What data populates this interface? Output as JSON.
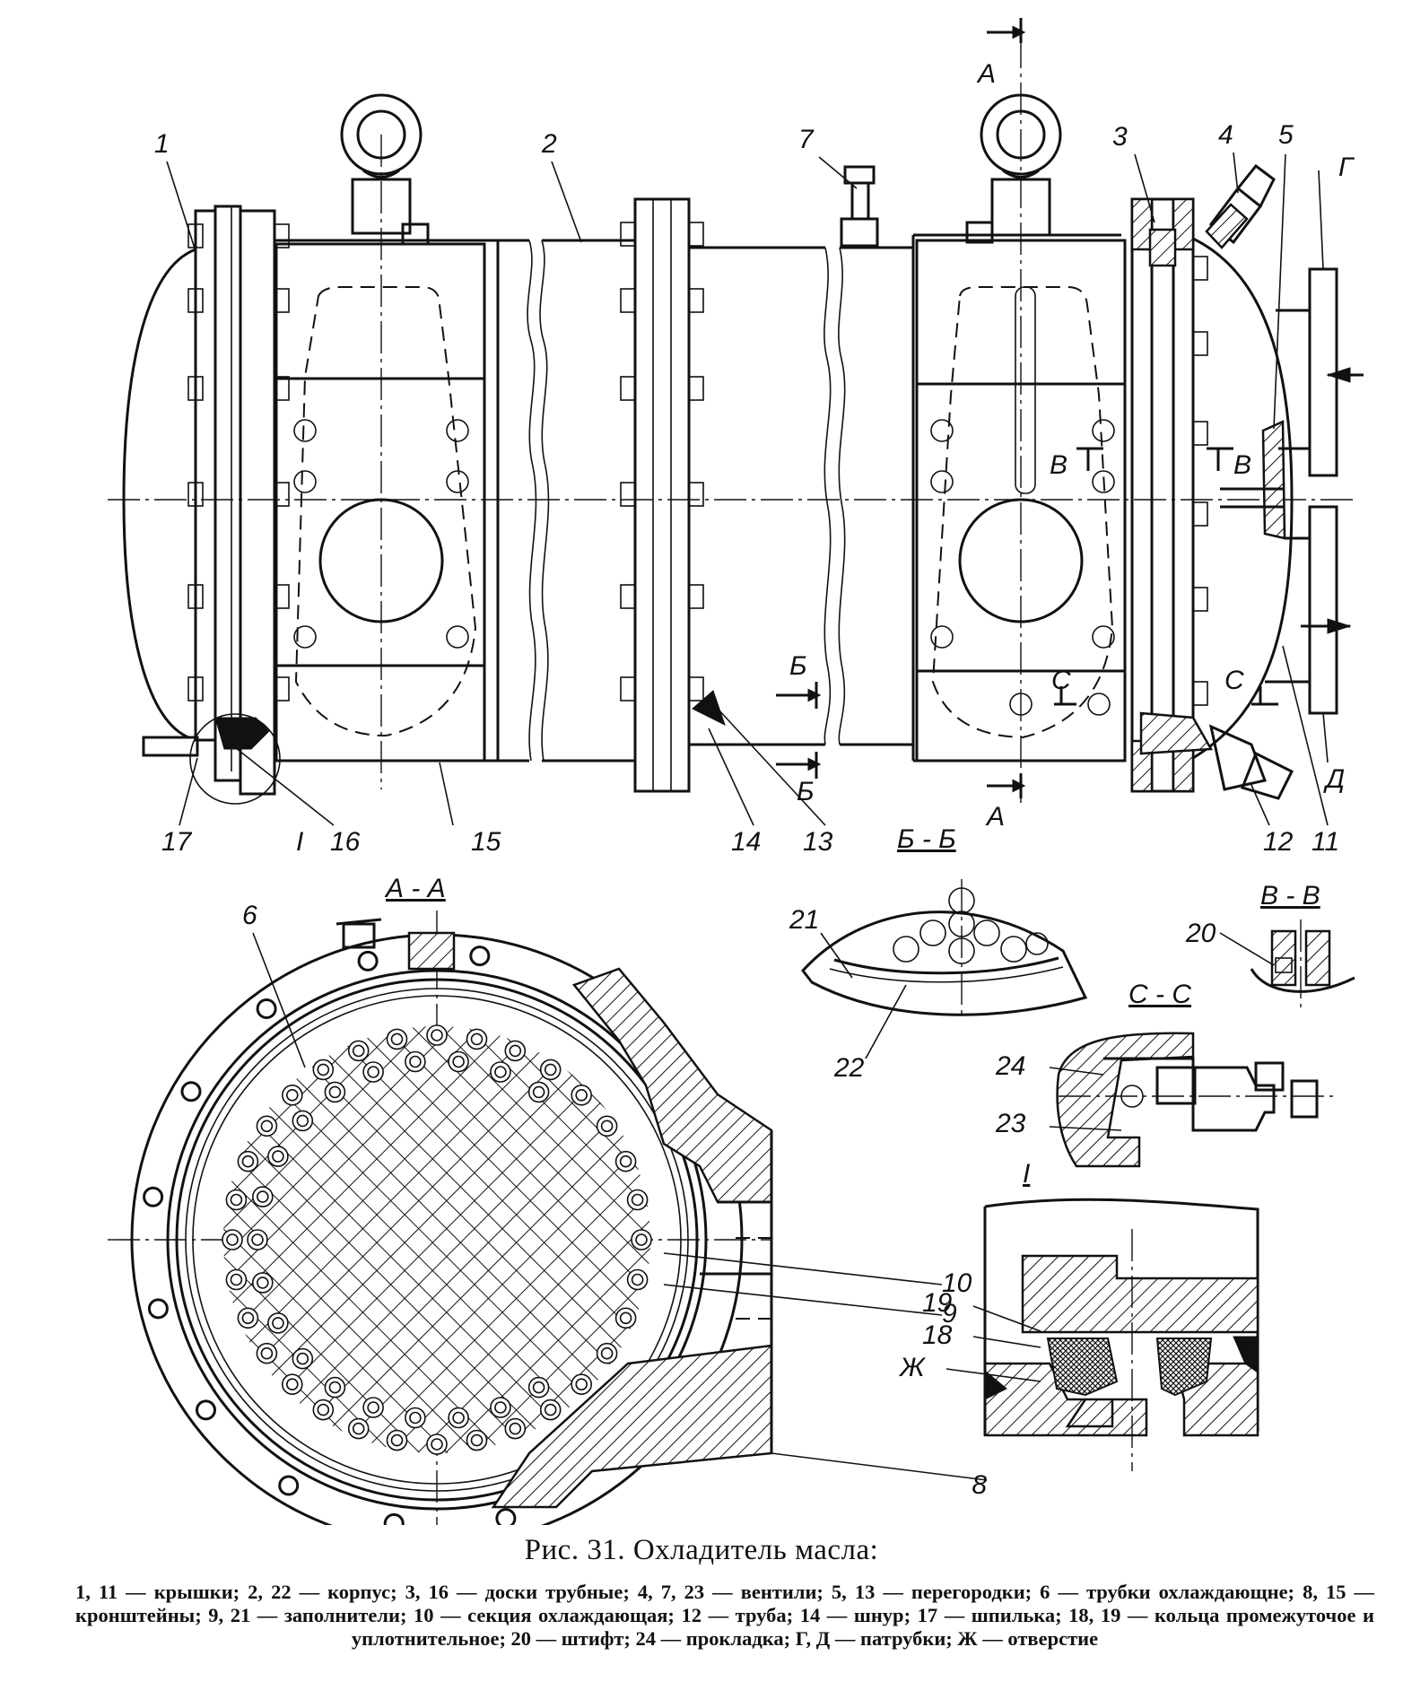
{
  "labels": {
    "n1": "1",
    "n2": "2",
    "n3": "3",
    "n4": "4",
    "n5": "5",
    "n6": "6",
    "n7": "7",
    "n8": "8",
    "n9": "9",
    "n10": "10",
    "n11": "11",
    "n12": "12",
    "n13": "13",
    "n14": "14",
    "n15": "15",
    "n16": "16",
    "n17": "17",
    "n20": "20",
    "n21": "21",
    "n22": "22",
    "n23": "23",
    "n24": "24",
    "n18": "18",
    "n19": "19",
    "g": "Г",
    "d": "Д",
    "zh": "Ж",
    "i": "I",
    "a_top": "А",
    "a_bottom": "А",
    "b_upper": "Б",
    "b_lower": "Б",
    "v_left": "В",
    "v_right": "В",
    "c_left": "С",
    "c_right": "С"
  },
  "sections": {
    "aa": "А - А",
    "bb": "Б - Б",
    "vv": "В - В",
    "cc": "С - С",
    "detail": "I"
  },
  "caption": "Рис. 31. Охладитель масла:",
  "legend": "1, 11 — крышки; 2, 22 — корпус; 3, 16 — доски трубные; 4, 7, 23 — вентили; 5, 13 — перегородки; 6 — трубки охлаждающне; 8, 15 — кронштейны; 9, 21 — заполнители; 10 — секция охлаждающая; 12 — труба; 14 — шнур; 17 — шпилька; 18, 19 — кольца промежуточое и уплотнительное; 20 — штифт; 24 — прокладка; Г, Д — патрубки; Ж — отверстие"
}
